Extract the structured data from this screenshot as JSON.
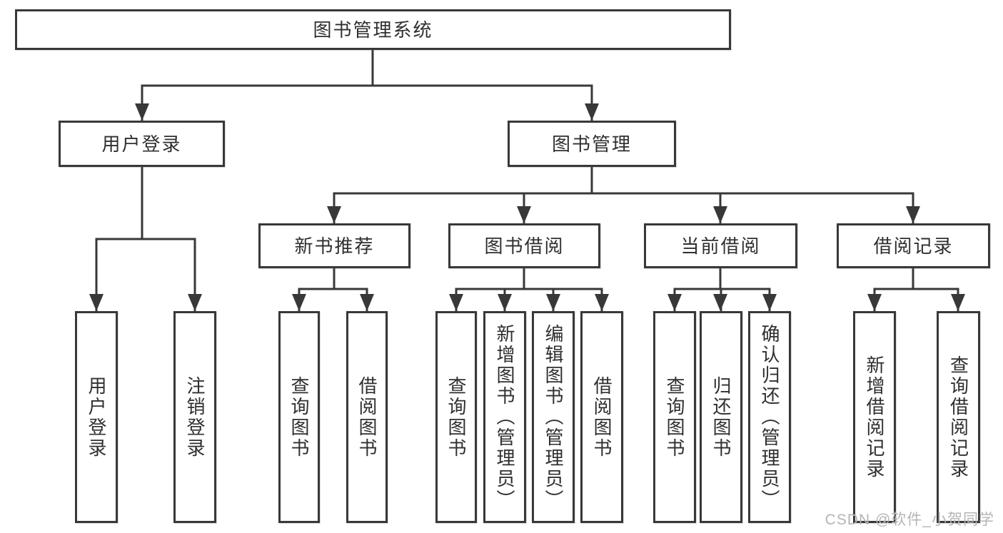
{
  "colors": {
    "line": "#383838",
    "text": "#2f2f2f",
    "box_background": "#ffffff",
    "page_background": "#ffffff",
    "watermark": "#b5b5b5"
  },
  "tree": {
    "label": "图书管理系统",
    "children": [
      {
        "label": "用户登录",
        "children": [
          {
            "label": "用户登录"
          },
          {
            "label": "注销登录"
          }
        ]
      },
      {
        "label": "图书管理",
        "children": [
          {
            "label": "新书推荐",
            "children": [
              {
                "label": "查询图书"
              },
              {
                "label": "借阅图书"
              }
            ]
          },
          {
            "label": "图书借阅",
            "children": [
              {
                "label": "查询图书"
              },
              {
                "label": "新增图书（管理员）"
              },
              {
                "label": "编辑图书（管理员）"
              },
              {
                "label": "借阅图书"
              }
            ]
          },
          {
            "label": "当前借阅",
            "children": [
              {
                "label": "查询图书"
              },
              {
                "label": "归还图书"
              },
              {
                "label": "确认归还（管理员）"
              }
            ]
          },
          {
            "label": "借阅记录",
            "children": [
              {
                "label": "新增借阅记录"
              },
              {
                "label": "查询借阅记录"
              }
            ]
          }
        ]
      }
    ]
  },
  "watermark": {
    "text": "CSDN @软件_小贺同学"
  }
}
